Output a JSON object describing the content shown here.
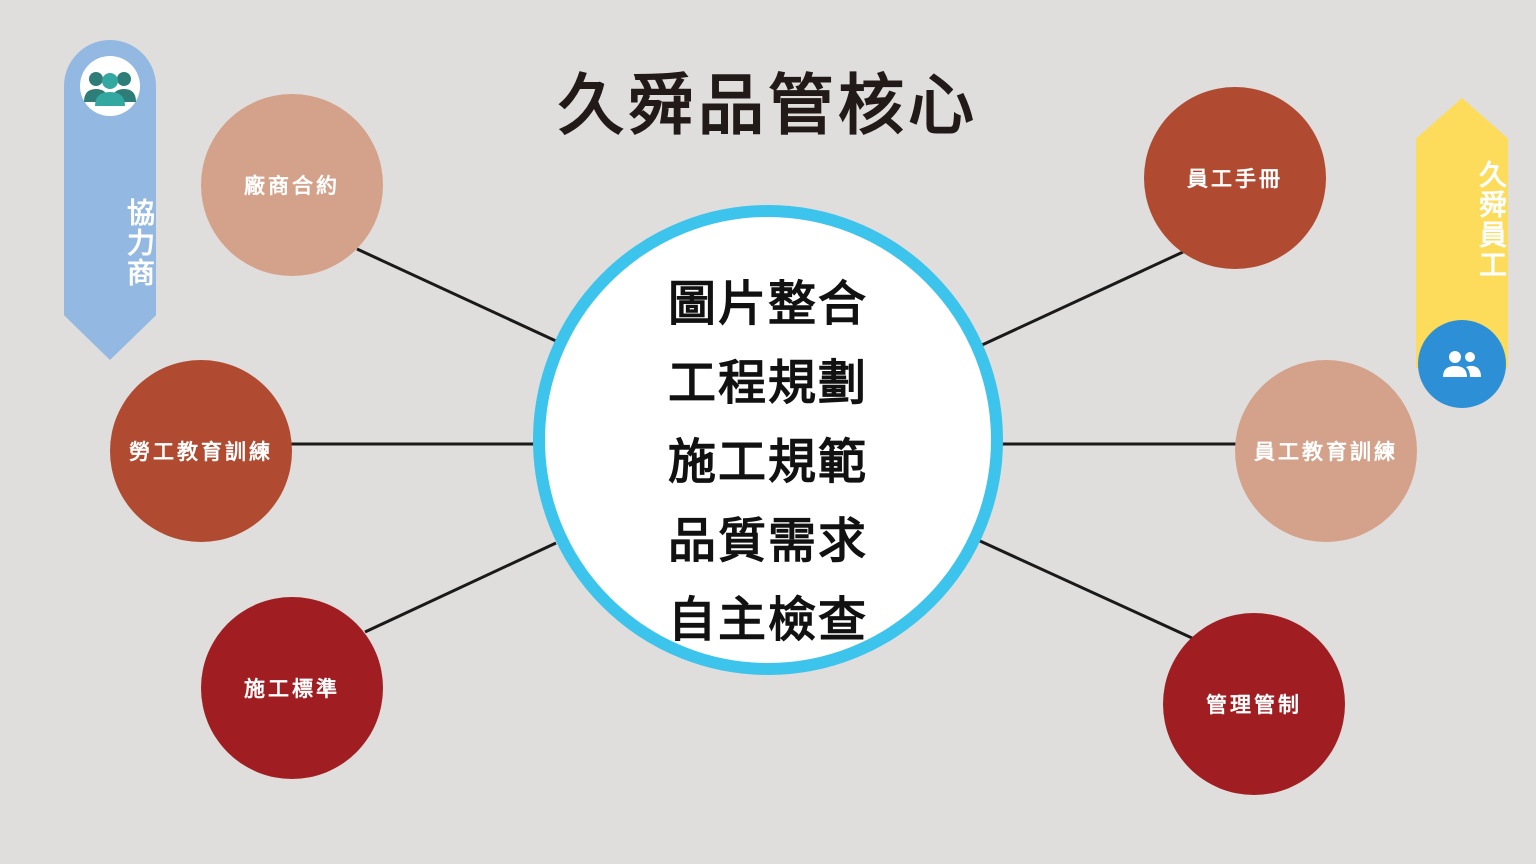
{
  "title": "久舜品管核心",
  "center": {
    "items": [
      "圖片整合",
      "工程規劃",
      "施工規範",
      "品質需求",
      "自主檢查"
    ]
  },
  "left_banner": {
    "label": "協力商",
    "icon": "users-icon",
    "color": "#93b8e2"
  },
  "right_banner": {
    "label": "久舜員工",
    "icon": "people-icon",
    "color": "#fcdc5a"
  },
  "nodes": {
    "contract": "廠商合約",
    "labor_training": "勞工教育訓練",
    "construction_standard": "施工標準",
    "employee_handbook": "員工手冊",
    "employee_training": "員工教育訓練",
    "management_control": "管理管制"
  },
  "colors": {
    "background": "#e0dedc",
    "ring": "#3dc4ec",
    "node_light": "#d4a28a",
    "node_mid": "#b04a31",
    "node_dark": "#a01e22"
  }
}
